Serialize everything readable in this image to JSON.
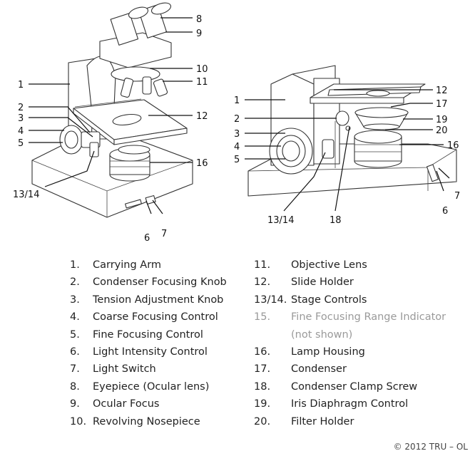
{
  "callouts": {
    "left": {
      "c1": "1",
      "c2": "2",
      "c3": "3",
      "c4": "4",
      "c5": "5",
      "c6": "6",
      "c7": "7",
      "c8": "8",
      "c9": "9",
      "c10": "10",
      "c11": "11",
      "c12": "12",
      "c1314": "13/14",
      "c16": "16"
    },
    "right": {
      "c1": "1",
      "c2": "2",
      "c3": "3",
      "c4": "4",
      "c5": "5",
      "c6": "6",
      "c7": "7",
      "c12": "12",
      "c1314": "13/14",
      "c16": "16",
      "c17": "17",
      "c18": "18",
      "c19": "19",
      "c20": "20"
    }
  },
  "legend": {
    "left": [
      {
        "num": "1.",
        "label": "Carrying Arm"
      },
      {
        "num": "2.",
        "label": "Condenser Focusing Knob"
      },
      {
        "num": "3.",
        "label": "Tension Adjustment Knob"
      },
      {
        "num": "4.",
        "label": "Coarse Focusing Control"
      },
      {
        "num": "5.",
        "label": "Fine Focusing Control"
      },
      {
        "num": "6.",
        "label": "Light Intensity Control"
      },
      {
        "num": "7.",
        "label": "Light Switch"
      },
      {
        "num": "8.",
        "label": "Eyepiece (Ocular lens)"
      },
      {
        "num": "9.",
        "label": "Ocular Focus"
      },
      {
        "num": "10.",
        "label": "Revolving Nosepiece"
      }
    ],
    "right": [
      {
        "num": "11.",
        "label": "Objective Lens"
      },
      {
        "num": "12.",
        "label": "Slide Holder"
      },
      {
        "num": "13/14.",
        "label": "Stage Controls"
      },
      {
        "num": "15.",
        "label": "Fine Focusing Range Indicator",
        "note": "(not shown)"
      },
      {
        "num": "16.",
        "label": "Lamp Housing"
      },
      {
        "num": "17.",
        "label": "Condenser"
      },
      {
        "num": "18.",
        "label": "Condenser Clamp Screw"
      },
      {
        "num": "19.",
        "label": "Iris Diaphragm Control"
      },
      {
        "num": "20.",
        "label": "Filter Holder"
      }
    ]
  },
  "credit": "© 2012 TRU – OL"
}
